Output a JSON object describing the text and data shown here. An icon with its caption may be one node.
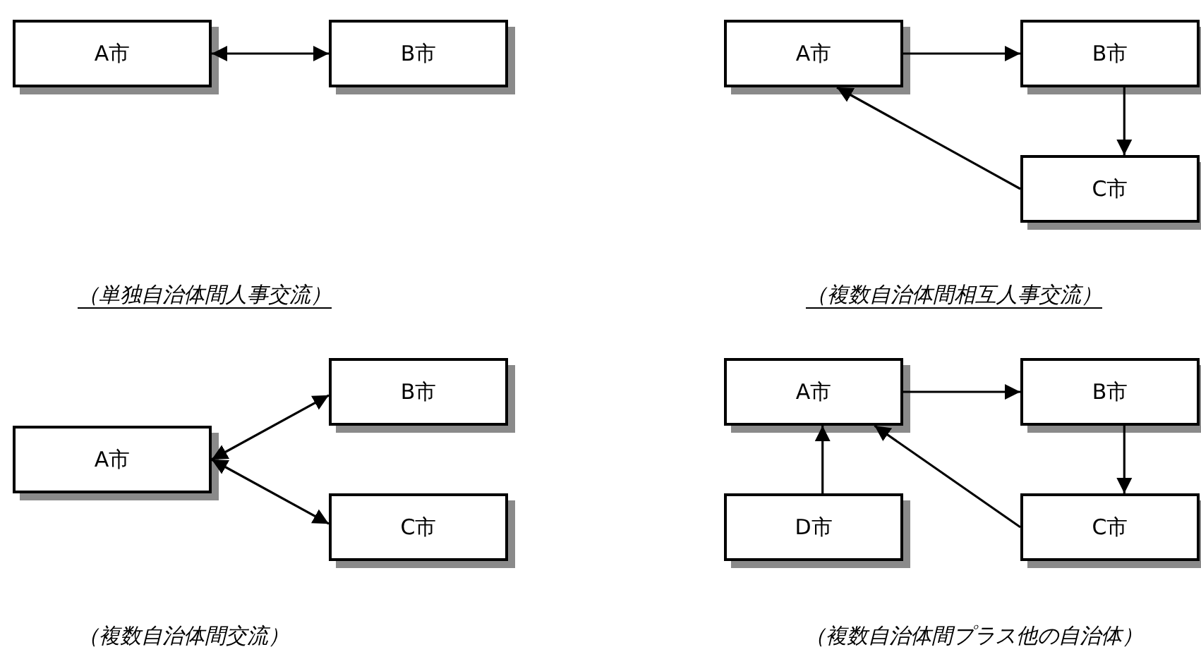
{
  "diagram": {
    "nodes": [
      {
        "text": [
          "A市"
        ]
      },
      {
        "text": [
          "B市"
        ]
      },
      {
        "text": [
          "A市"
        ]
      },
      {
        "text": [
          "B市"
        ]
      },
      {
        "text": [
          "C市"
        ]
      },
      {
        "text": [
          "A市"
        ]
      },
      {
        "text": [
          "B市"
        ]
      },
      {
        "text": [
          "C市"
        ]
      },
      {
        "text": [
          "A市"
        ]
      },
      {
        "text": [
          "B市"
        ]
      },
      {
        "text": [
          "D市"
        ]
      },
      {
        "text": [
          "C市"
        ]
      }
    ],
    "edges": [
      {
        "from": 0,
        "to": 1,
        "arrow": "both"
      },
      {
        "from": 2,
        "to": 3,
        "arrow": "to"
      },
      {
        "from": 3,
        "to": 4,
        "arrow": "to"
      },
      {
        "from": 4,
        "to": 2,
        "arrow": "to"
      },
      {
        "from": 5,
        "to": 6,
        "arrow": "both"
      },
      {
        "from": 5,
        "to": 7,
        "arrow": "both"
      },
      {
        "from": 8,
        "to": 9,
        "arrow": "to"
      },
      {
        "from": 9,
        "to": 11,
        "arrow": "to"
      },
      {
        "from": 11,
        "to": 8,
        "arrow": "to"
      },
      {
        "from": 10,
        "to": 8,
        "arrow": "to"
      }
    ],
    "labels": [
      "（単独自治体間人事交流）",
      "（複数自治体間相互人事交流）",
      "（複数自治体間交流）",
      "（複数自治体間プラス他の自治体）"
    ]
  }
}
